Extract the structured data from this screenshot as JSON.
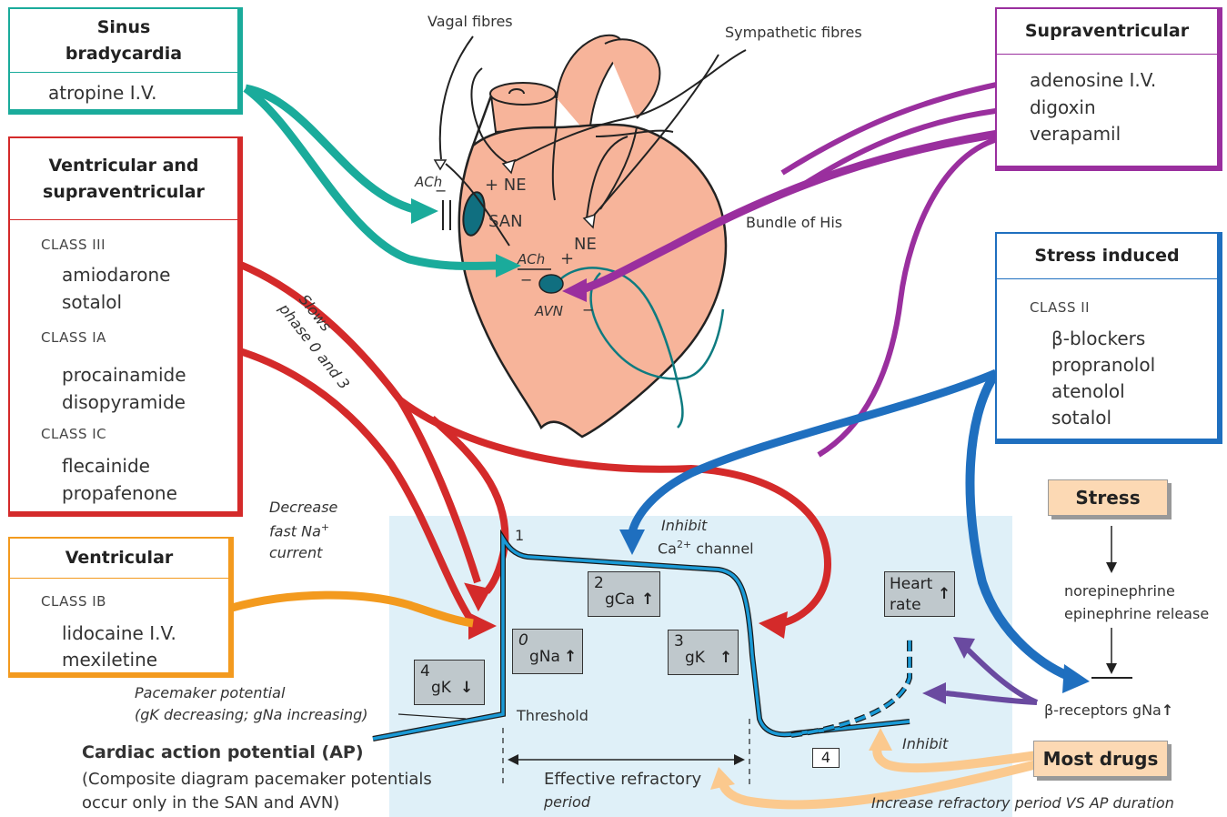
{
  "boxes": {
    "sinus": {
      "title_line1": "Sinus",
      "title_line2": "bradycardia",
      "drug": "atropine I.V."
    },
    "ventsupra": {
      "title_line1": "Ventricular and",
      "title_line2": "supraventricular",
      "class3": "CLASS III",
      "class3_drugs": [
        "amiodarone",
        "sotalol"
      ],
      "class1a": "CLASS IA",
      "class1a_drugs": [
        "procainamide",
        "disopyramide"
      ],
      "class1c": "CLASS IC",
      "class1c_drugs": [
        "flecainide",
        "propafenone"
      ]
    },
    "ventricular": {
      "title": "Ventricular",
      "class": "CLASS IB",
      "drugs": [
        "lidocaine I.V.",
        "mexiletine"
      ]
    },
    "supraventricular": {
      "title": "Supraventricular",
      "drugs": [
        "adenosine I.V.",
        "digoxin",
        "verapamil"
      ]
    },
    "stress_induced": {
      "title": "Stress induced",
      "class": "CLASS II",
      "drugs": [
        "β-blockers",
        "propranolol",
        "atenolol",
        "sotalol"
      ]
    }
  },
  "heart_labels": {
    "vagal": "Vagal fibres",
    "sympathetic": "Sympathetic fibres",
    "bundle": "Bundle of His",
    "ach1": "ACh",
    "ach2": "ACh",
    "ne1": "+ NE",
    "ne2": "NE",
    "san": "SAN",
    "avn": "AVN",
    "plus": "+",
    "minus": "−"
  },
  "annotations": {
    "slows_line1": "Slows",
    "slows_line2": "phase 0 and 3",
    "decrease_line1": "Decrease",
    "decrease_line2": "fast Na",
    "decrease_sup": "+",
    "decrease_line3": "current",
    "inhibit_ca_line1": "Inhibit",
    "inhibit_ca_line2": "Ca",
    "inhibit_ca_sup": "2+",
    "inhibit_ca_line3": " channel",
    "pacemaker_line1": "Pacemaker potential",
    "pacemaker_line2": "(gK decreasing; gNa increasing)",
    "threshold": "Threshold",
    "inhibit": "Inhibit",
    "refractory_line1": "Effective refractory",
    "refractory_line2": "period",
    "increase_refractory": "Increase refractory period VS AP duration",
    "ap_title": "Cardiac action potential (AP)",
    "ap_sub_line1": "(Composite diagram pacemaker potentials",
    "ap_sub_line2": "occur only in the SAN and AVN)"
  },
  "phase_boxes": {
    "p0": {
      "num": "0",
      "label": "gNa",
      "arrow": "↑"
    },
    "p1": {
      "num": "1"
    },
    "p2": {
      "num": "2",
      "label": "gCa",
      "arrow": "↑"
    },
    "p3": {
      "num": "3",
      "label": "gK",
      "arrow": "↑"
    },
    "p4": {
      "num": "4",
      "label": "gK",
      "arrow": "↓"
    },
    "p4b": {
      "num": "4"
    },
    "heart_rate": {
      "line1": "Heart",
      "line2": "rate",
      "arrow": "↑"
    }
  },
  "stress": {
    "stress_label": "Stress",
    "ne_line1": "norepinephrine",
    "ne_line2": "epinephrine release",
    "receptors": "β-receptors gNa",
    "receptors_arrow": "↑",
    "most_drugs": "Most drugs"
  },
  "colors": {
    "teal": "#1aab9b",
    "red": "#d42a2a",
    "orange": "#f39a1e",
    "purple": "#9a2f9e",
    "blue": "#1f6fbf",
    "heart": "#f7b49a",
    "panel": "#dff0f8",
    "trace": "#1a9ad6",
    "peach": "#fbc98e",
    "violet": "#6a4aa0"
  }
}
